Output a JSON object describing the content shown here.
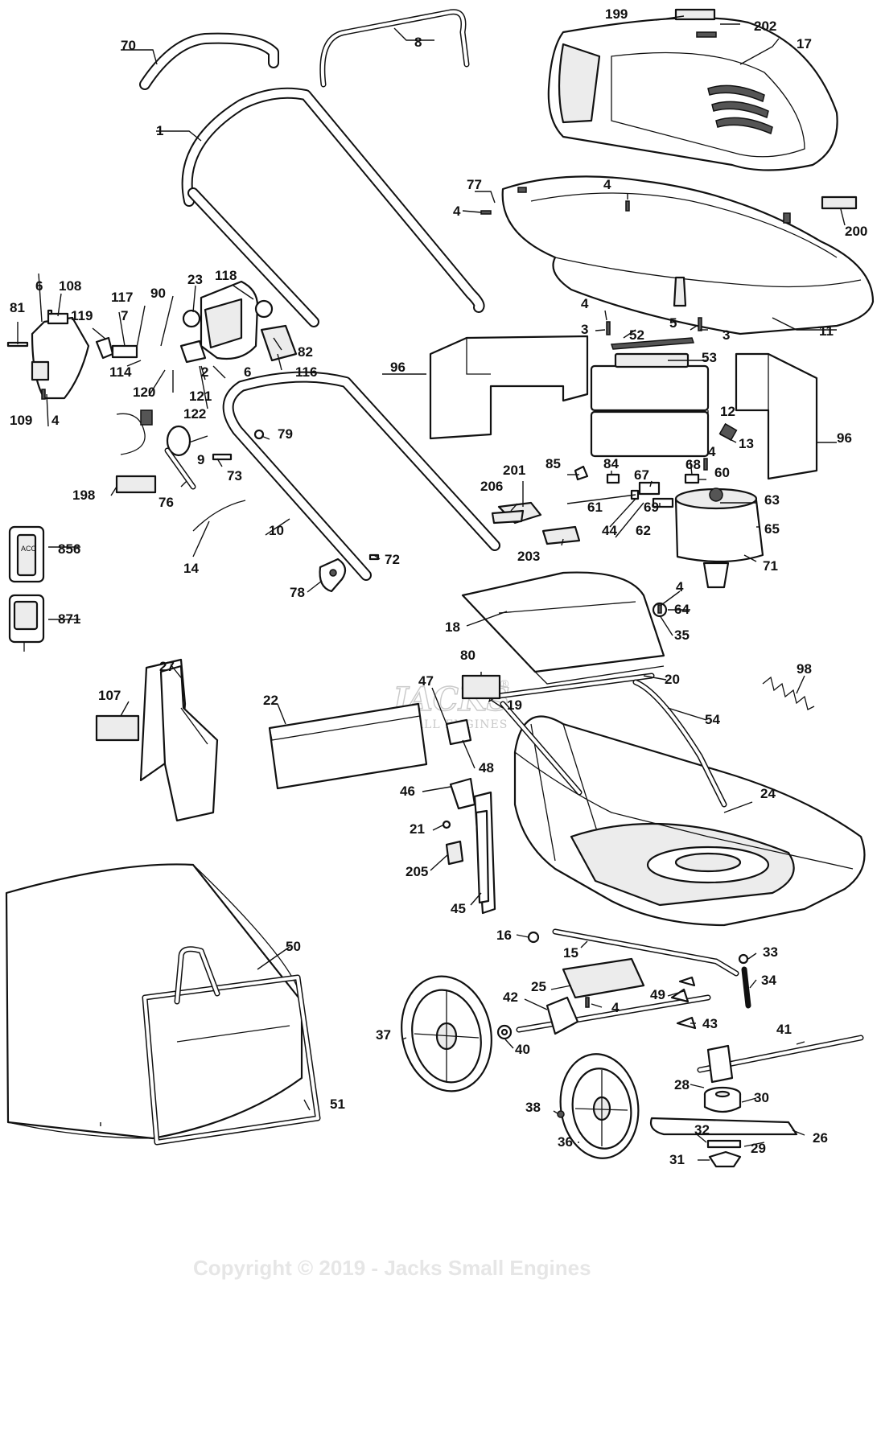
{
  "watermark": {
    "brand": "JACKS",
    "tagline": "SMALL ENGINES",
    "registered": "®"
  },
  "copyright": "Copyright © 2019 - Jacks Small Engines",
  "switch_box_text": "ACC",
  "labels": {
    "p199": "199",
    "p202": "202",
    "p17": "17",
    "p70": "70",
    "p8": "8",
    "p1": "1",
    "p77": "77",
    "p4a": "4",
    "p4b": "4",
    "p200": "200",
    "p11": "11",
    "p4c": "4",
    "p3a": "3",
    "p52": "52",
    "p5": "5",
    "p3b": "3",
    "p53": "53",
    "p96a": "96",
    "p12": "12",
    "p13": "13",
    "p96b": "96",
    "p6a": "6",
    "p108": "108",
    "p81": "81",
    "p119": "119",
    "p117": "117",
    "p7": "7",
    "p90": "90",
    "p23": "23",
    "p118": "118",
    "p82": "82",
    "p116": "116",
    "p114": "114",
    "p120": "120",
    "p121": "121",
    "p2": "2",
    "p6b": "6",
    "p122": "122",
    "p109": "109",
    "p4d": "4",
    "p79": "79",
    "p9": "9",
    "p73": "73",
    "p198": "198",
    "p76": "76",
    "p14": "14",
    "p10": "10",
    "p72": "72",
    "p78": "78",
    "p856": "856",
    "p871": "871",
    "p85": "85",
    "p84": "84",
    "p4e": "4",
    "p68": "68",
    "p60": "60",
    "p67": "67",
    "p206": "206",
    "p201": "201",
    "p61": "61",
    "p69": "69",
    "p63": "63",
    "p44": "44",
    "p62": "62",
    "p203": "203",
    "p65": "65",
    "p71": "71",
    "p4f": "4",
    "p64": "64",
    "p35": "35",
    "p18": "18",
    "p20": "20",
    "p27": "27",
    "p107": "107",
    "p80": "80",
    "p47": "47",
    "p22": "22",
    "p19": "19",
    "p48": "48",
    "p54": "54",
    "p98": "98",
    "p46": "46",
    "p24": "24",
    "p21": "21",
    "p205": "205",
    "p45": "45",
    "p50": "50",
    "p16": "16",
    "p15": "15",
    "p33": "33",
    "p25": "25",
    "p34": "34",
    "p42": "42",
    "p49": "49",
    "p4g": "4",
    "p43": "43",
    "p37": "37",
    "p40": "40",
    "p41": "41",
    "p28": "28",
    "p30": "30",
    "p51": "51",
    "p38": "38",
    "p32": "32",
    "p29": "29",
    "p26": "26",
    "p36": "36",
    "p31": "31"
  }
}
